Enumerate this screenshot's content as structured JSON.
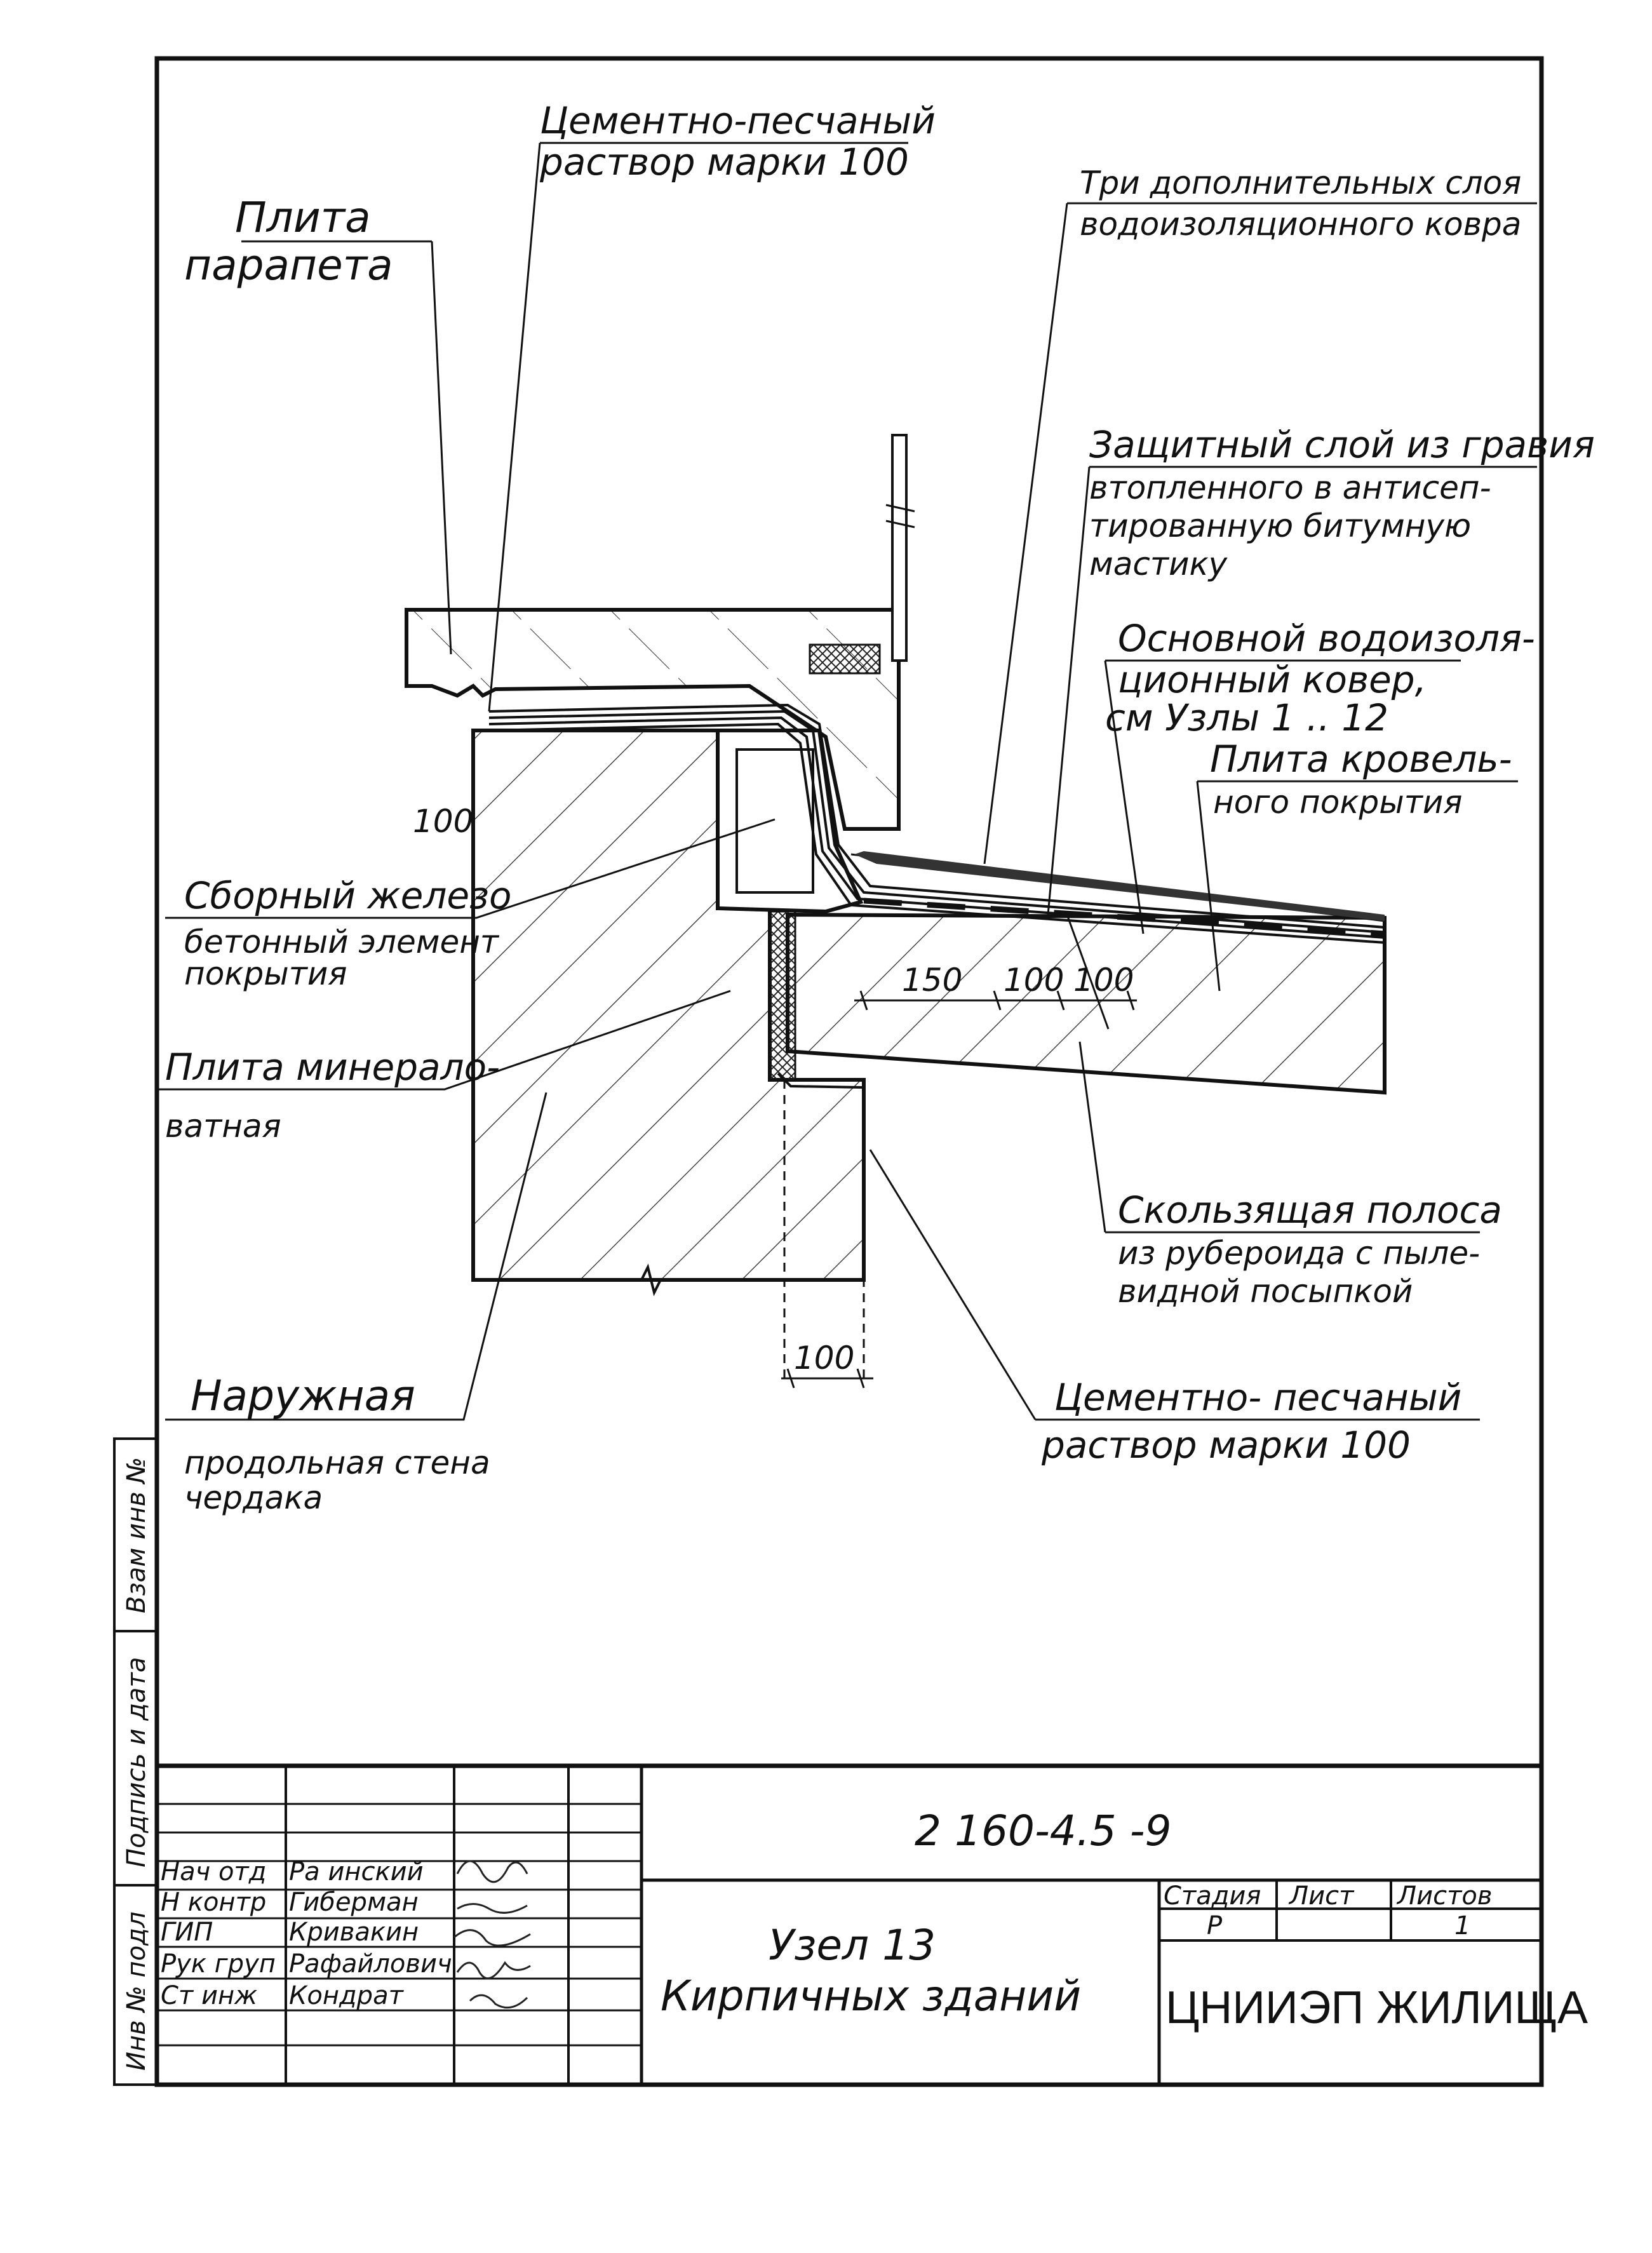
{
  "drawing": {
    "labels": {
      "mortar_top_1": "Цементно-песчаный",
      "mortar_top_2": "раствор марки 100",
      "parapet_1": "Плита",
      "parapet_2": "парапета",
      "three_layers_1": "Три дополнительных слоя",
      "three_layers_2": "водоизоляционного ковра",
      "protective_1": "Защитный слой из гравия",
      "protective_2": "втопленного в антисеп-",
      "protective_3": "тированную битумную",
      "protective_4": "мастику",
      "main_carpet_1": "Основной водоизоля-",
      "main_carpet_2": "ционный ковер,",
      "main_carpet_3": "см Узлы 1 .. 12",
      "roof_slab_1": "Плита кровель-",
      "roof_slab_2": "ного покрытия",
      "precast_1": "Сборный железо",
      "precast_2": "бетонный элемент",
      "precast_3": "покрытия",
      "mineral_1": "Плита минерало-",
      "mineral_2": "ватная",
      "slide_1": "Скользящая полоса",
      "slide_2": "из рубероида с пыле-",
      "slide_3": "видной посыпкой",
      "outer_1": "Наружная",
      "outer_2": "продольная стена",
      "outer_3": "чердака",
      "mortar_bottom_1": "Цементно- песчаный",
      "mortar_bottom_2": "раствор марки 100"
    },
    "dims": {
      "d100_left": "100",
      "d150": "150",
      "d100_a": "100",
      "d100_b": "100",
      "d100_bottom": "100"
    }
  },
  "side_stamp": {
    "f1": "Взам инв №",
    "f2": "Подпись и дата",
    "f3": "Инв № подл"
  },
  "title_block": {
    "doc_code": "2 160-4.5 -9",
    "title_1": "Узел 13",
    "title_2": "Кирпичных зданий",
    "col_stage": "Стадия",
    "col_sheet": "Лист",
    "col_sheets": "Листов",
    "stage_val": "Р",
    "sheet_val": "",
    "sheets_val": "1",
    "org": "ЦНИИЭП ЖИЛИЩА",
    "rows": [
      {
        "role": "Нач отд",
        "name": "Ра инский"
      },
      {
        "role": "Н контр",
        "name": "Гиберман"
      },
      {
        "role": "ГИП",
        "name": "Кривакин"
      },
      {
        "role": "Рук груп",
        "name": "Рафайлович"
      },
      {
        "role": "Ст инж",
        "name": "Кондрат"
      }
    ]
  }
}
